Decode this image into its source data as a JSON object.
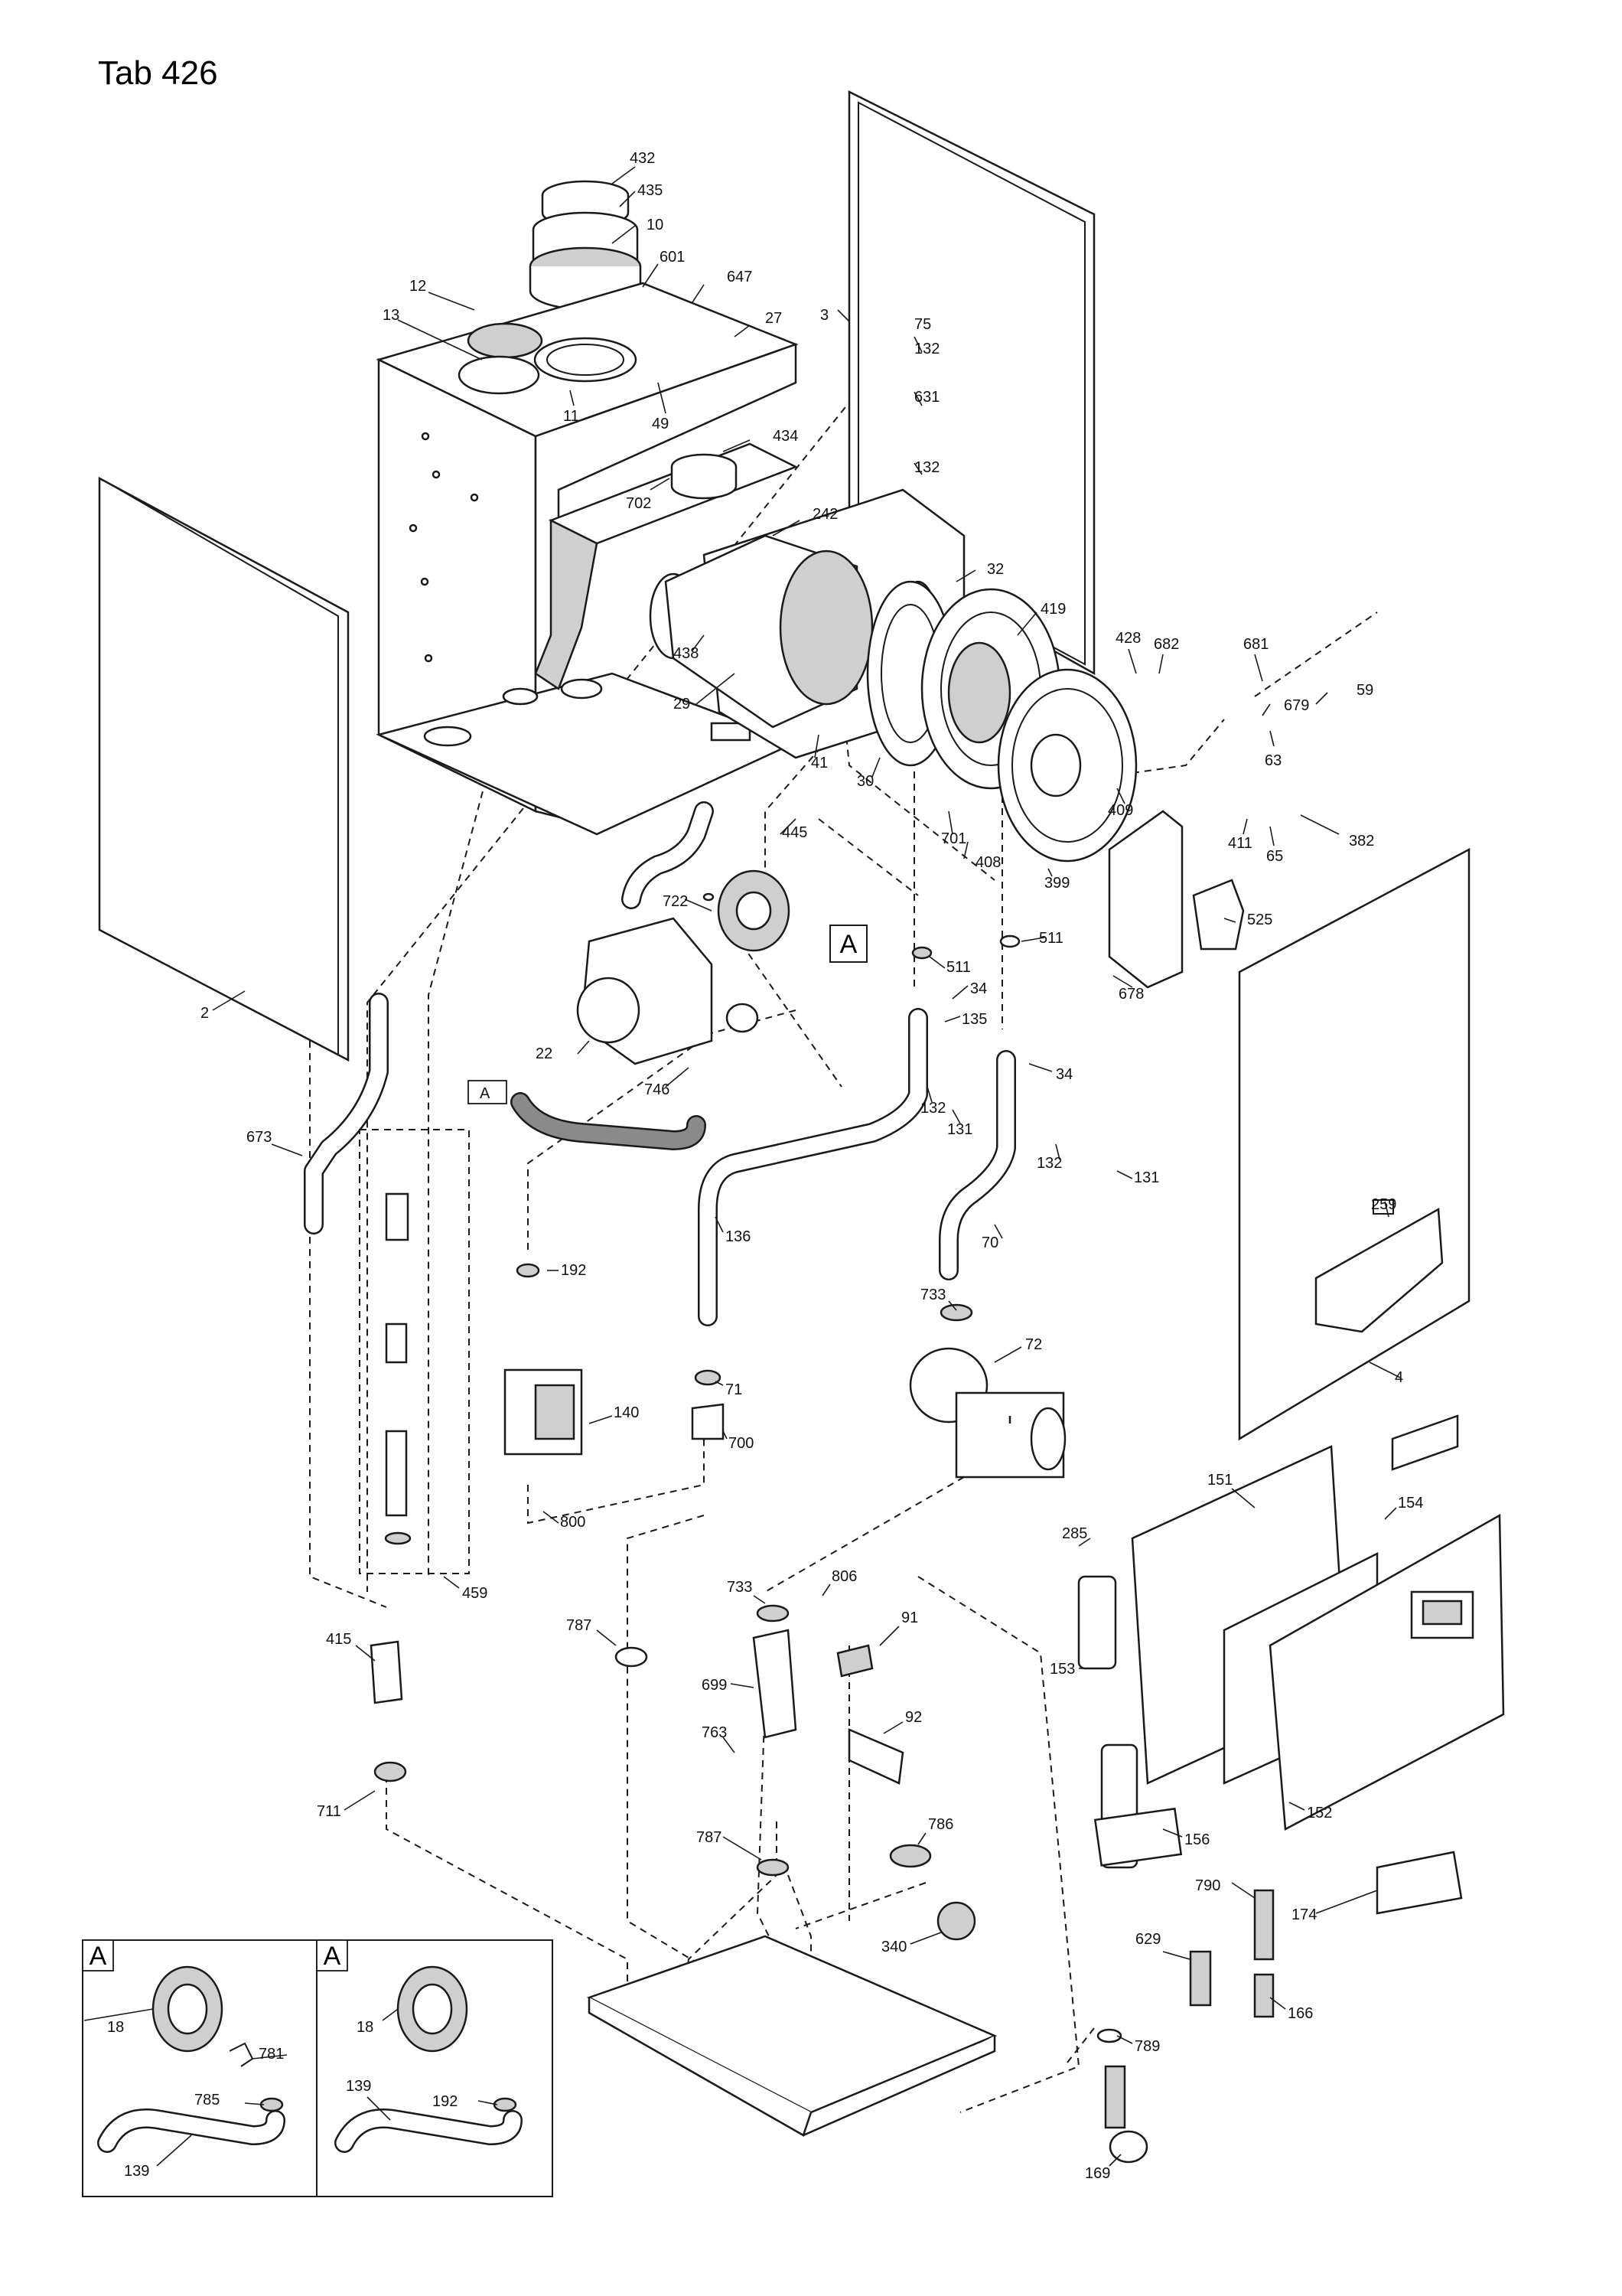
{
  "title": "Tab 426",
  "callout_A": "A",
  "inset_left_label": "A",
  "inset_right_label": "A",
  "inset_A_label": "A",
  "labels": {
    "l432": "432",
    "l435": "435",
    "l10": "10",
    "l601": "601",
    "l647": "647",
    "l12": "12",
    "l13": "13",
    "l11": "11",
    "l49": "49",
    "l27": "27",
    "l3": "3",
    "l75": "75",
    "l132a": "132",
    "l631": "631",
    "l132b": "132",
    "l434": "434",
    "l702": "702",
    "l242": "242",
    "l32": "32",
    "l419": "419",
    "l428": "428",
    "l682": "682",
    "l681": "681",
    "l59": "59",
    "l679": "679",
    "l63": "63",
    "l438": "438",
    "l29": "29",
    "l41": "41",
    "l30": "30",
    "l701": "701",
    "l408": "408",
    "l409": "409",
    "l411": "411",
    "l65": "65",
    "l382": "382",
    "l445": "445",
    "l399": "399",
    "l722": "722",
    "l525": "525",
    "l511a": "511",
    "l511b": "511",
    "l34a": "34",
    "l135": "135",
    "l34b": "34",
    "l678": "678",
    "l2": "2",
    "l22": "22",
    "l746": "746",
    "l132c": "132",
    "l131a": "131",
    "l132d": "132",
    "l131b": "131",
    "l673": "673",
    "l136": "136",
    "l70": "70",
    "l259": "259",
    "l192a": "192",
    "l733a": "733",
    "l72": "72",
    "l71": "71",
    "l700": "700",
    "l140": "140",
    "l4": "4",
    "l800": "800",
    "l151": "151",
    "l154": "154",
    "l285": "285",
    "l459": "459",
    "l733b": "733",
    "l806": "806",
    "l787a": "787",
    "l91": "91",
    "l415": "415",
    "l699": "699",
    "l153": "153",
    "l763": "763",
    "l92": "92",
    "l711": "711",
    "l156": "156",
    "l152": "152",
    "l787b": "787",
    "l786": "786",
    "l790": "790",
    "l174": "174",
    "l629": "629",
    "l340": "340",
    "l166": "166",
    "l789": "789",
    "l169": "169",
    "l18a": "18",
    "l781": "781",
    "l785": "785",
    "l139a": "139",
    "l18b": "18",
    "l139b": "139",
    "l192b": "192"
  }
}
